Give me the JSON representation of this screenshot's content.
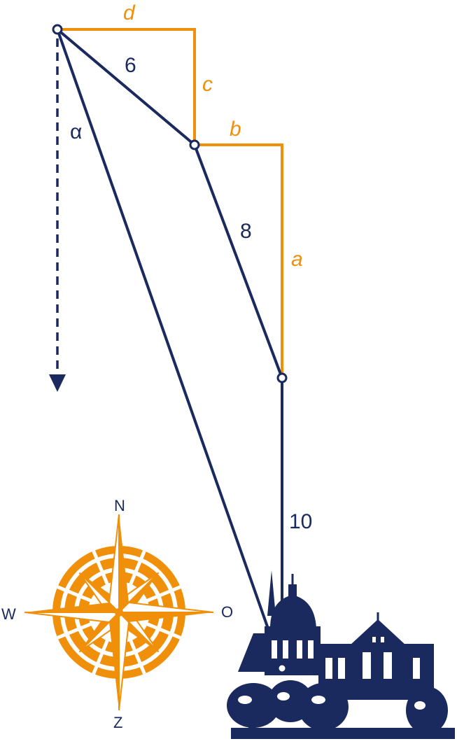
{
  "colors": {
    "navy": "#1a2a5e",
    "orange": "#f0900a",
    "background": "#ffffff"
  },
  "segments": {
    "seg6": "6",
    "seg8": "8",
    "seg10": "10"
  },
  "components": {
    "a": "a",
    "b": "b",
    "c": "c",
    "d": "d"
  },
  "angle": "α",
  "compass": {
    "north": "N",
    "south": "Z",
    "west": "W",
    "east": "O"
  },
  "icons": {
    "building": "building-icon",
    "compass": "compass-rose-icon",
    "down_arrow": "arrow-down-icon"
  }
}
